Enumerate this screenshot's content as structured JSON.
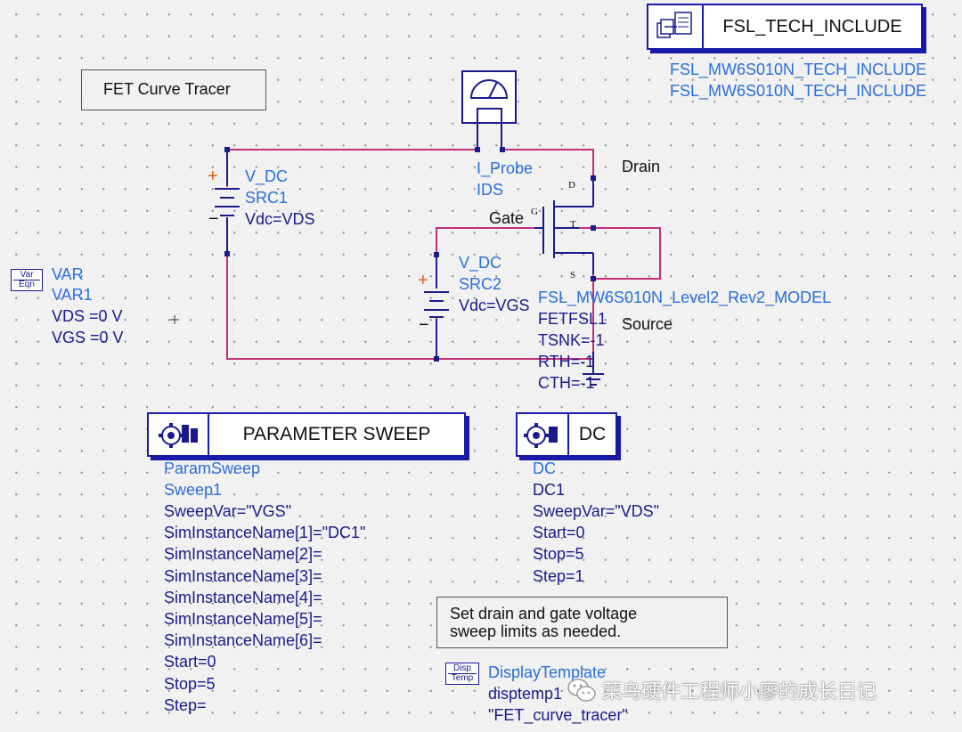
{
  "title_note": "FET Curve Tracer",
  "tech_include": {
    "header": "FSL_TECH_INCLUDE",
    "lines": [
      "FSL_MW6S010N_TECH_INCLUDE",
      "FSL_MW6S010N_TECH_INCLUDE"
    ]
  },
  "vdc1": {
    "type": "V_DC",
    "name": "SRC1",
    "param": "Vdc=VDS"
  },
  "vdc2": {
    "type": "V_DC",
    "name": "SRC2",
    "param": "Vdc=VGS"
  },
  "probe": {
    "type": "I_Probe",
    "name": "IDS"
  },
  "fet": {
    "model": "FSL_MW6S010N_Level2_Rev2_MODEL",
    "name": "FETFSL1",
    "params": [
      "TSNK=-1",
      "RTH=-1",
      "CTH=-1"
    ],
    "pin_labels": {
      "d": "D",
      "g": "G",
      "t": "T",
      "s": "S"
    }
  },
  "node_labels": {
    "drain": "Drain",
    "gate": "Gate",
    "source": "Source"
  },
  "signs": {
    "plus": "+",
    "minus": "−"
  },
  "var": {
    "icon_top": "Var",
    "icon_bottom": "Eqn",
    "type": "VAR",
    "name": "VAR1",
    "vars": [
      "VDS =0 V",
      "VGS =0 V"
    ]
  },
  "param_sweep": {
    "header": "PARAMETER SWEEP",
    "type": "ParamSweep",
    "name": "Sweep1",
    "lines": [
      "SweepVar=\"VGS\"",
      "SimInstanceName[1]=\"DC1\"",
      "SimInstanceName[2]=",
      "SimInstanceName[3]=",
      "SimInstanceName[4]=",
      "SimInstanceName[5]=",
      "SimInstanceName[6]=",
      "Start=0",
      "Stop=5",
      "Step="
    ]
  },
  "dc": {
    "header": "DC",
    "type": "DC",
    "name": "DC1",
    "lines": [
      "SweepVar=\"VDS\"",
      "Start=0",
      "Stop=5",
      "Step=1"
    ]
  },
  "note2": [
    "Set drain and gate voltage",
    "sweep limits as needed."
  ],
  "display_template": {
    "icon_top": "Disp",
    "icon_bottom": "Temp",
    "type": "DisplayTemplate",
    "name": "disptemp1",
    "value": "\"FET_curve_tracer\""
  },
  "watermark": "菜鸟硬件工程师小廖的成长日记",
  "colors": {
    "wire": "#c0307a",
    "label_blue": "#2a6fdb",
    "frame_navy": "#1a1aa8"
  }
}
